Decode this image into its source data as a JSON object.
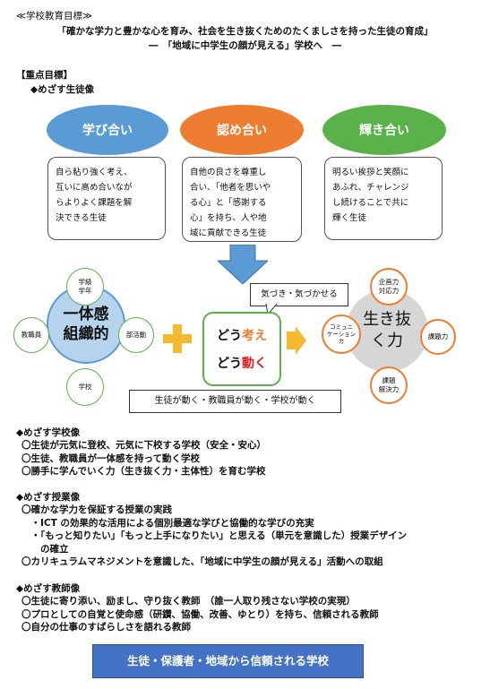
{
  "header": {
    "section": "≪学校教育目標≫",
    "goal_line1": "「確かな学力と豊かな心を育み、社会を生き抜くためのたくましさを持った生徒の育成」",
    "goal_line2": "―　「地域に中学生の顔が見える」学校へ　―"
  },
  "key_goals": {
    "heading": "【重点目標】",
    "student_heading": "◆めざす生徒像"
  },
  "pillars": [
    {
      "label": "学び合い",
      "color": "#5b9bd5",
      "desc": "自ら粘り強く考え、\n互いに高め合いなが\nらよりよく課題を解\n決できる生徒"
    },
    {
      "label": "認め合い",
      "color": "#ed7d31",
      "desc": "自他の良さを尊重し\n合い、「他者を思いや\nる心」と「感謝する\n心」を持ち、人や地\n域に貢献できる生徒"
    },
    {
      "label": "輝き合い",
      "color": "#5ab14a",
      "desc": "明るい挨拶と笑顔に\nあふれ、チャレンジ\nし続けることで共に\n輝く生徒"
    }
  ],
  "diagram": {
    "left_center": "一体感\n組織的",
    "left_satellites": [
      "学級\n学年",
      "教職員",
      "部活動",
      "学校"
    ],
    "callout": "気づき・気づかせる",
    "center_line1_prefix": "どう",
    "center_line1_emph": "考え",
    "center_line2_prefix": "どう",
    "center_line2_emph": "動く",
    "right_center": "生き抜\nく力",
    "right_satellites": [
      "企画力\n対応力",
      "コミュニ\nケーション\nカ",
      "課題力",
      "課題\n解決力"
    ],
    "bottom_bar": "生徒が動く・教職員が動く・学校が動く",
    "colors": {
      "blue": "#5b9bd5",
      "light_blue": "#b7d4ee",
      "orange": "#ed7d31",
      "gray": "#d6d6d6",
      "yellow": "#f4b92d",
      "green": "#5ab14a"
    }
  },
  "school_image": {
    "heading": "◆めざす学校像",
    "items": [
      "〇生徒が元気に登校、元気に下校する学校（安全・安心）",
      "〇生徒、教職員が一体感を持って動く学校",
      "〇勝手に学んでいく力（生き抜く力・主体性）を育む学校"
    ]
  },
  "lesson_image": {
    "heading": "◆めざす授業像",
    "items": [
      "〇確かな学力を保証する授業の実践",
      "　・ICT の効果的な活用による個別最適な学びと協働的な学びの充実",
      "　・「もっと知りたい」「もっと上手になりたい」と思える（単元を意識した）授業デザイン",
      "　　の確立",
      "〇カリキュラムマネジメントを意識した、「地域に中学生の顔が見える」活動への取組"
    ]
  },
  "teacher_image": {
    "heading": "◆めざす教師像",
    "items": [
      "〇生徒に寄り添い、励まし、守り抜く教師　（誰一人取り残さない学校の実現）",
      "〇プロとしての自覚と使命感（研鑽、協働、改善、ゆとり）を持ち、信頼される教師",
      "〇自分の仕事のすばらしさを語れる教師"
    ]
  },
  "footer": {
    "banner": "生徒・保護者・地域から信頼される学校"
  }
}
